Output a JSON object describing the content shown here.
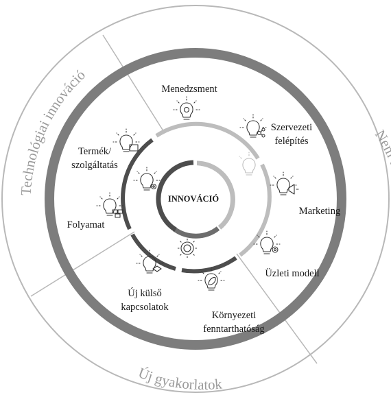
{
  "center": {
    "label": "INNOVÁCIÓ"
  },
  "outer_ring": {
    "left_label": "Technológiai innováció",
    "right_label": "Nem technológiai innováció",
    "bottom_label": "Új gyakorlatok"
  },
  "areas": {
    "menedzsment": "Menedzsment",
    "szervezeti_1": "Szervezeti",
    "szervezeti_2": "felépítés",
    "marketing": "Marketing",
    "uzleti_modell": "Üzleti modell",
    "kornyezeti_1": "Környezeti",
    "kornyezeti_2": "fenntarthatóság",
    "uj_kulso_1": "Új külső",
    "uj_kulso_2": "kapcsolatok",
    "folyamat": "Folyamat",
    "termek_1": "Termék/",
    "termek_2": "szolgáltatás"
  },
  "icons": [
    "management-bulb-icon",
    "organisation-bulb-icon",
    "marketing-bulb-icon",
    "business-model-bulb-icon",
    "environment-bulb-icon",
    "partnership-bulb-icon",
    "process-bulb-icon",
    "product-bulb-icon",
    "settings-bulb-icon",
    "gear-bulb-icon",
    "faded-bulb-icon"
  ],
  "colors": {
    "outer_ring": "#b8b8b8",
    "thick_ring": "#7d7d7d",
    "light_arc": "#bdbdbd",
    "dark_arc": "#4d4d4d",
    "text": "#1a1a1a",
    "ring_text": "#9a9a9a"
  }
}
